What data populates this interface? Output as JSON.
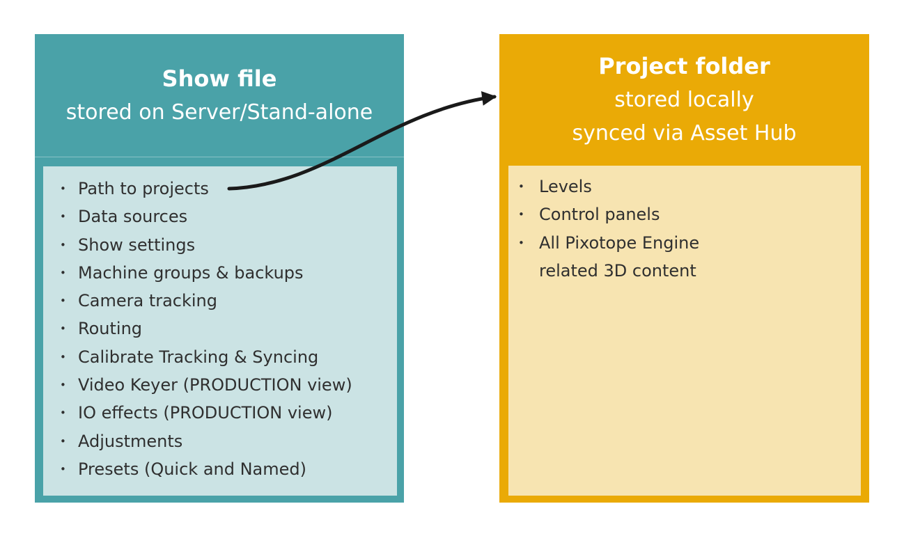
{
  "theme": {
    "left_header_bg": "#4AA2A8",
    "left_panel_bg": "#CBE3E4",
    "right_header_bg": "#EAAA06",
    "right_panel_bg": "#F7E4B1",
    "title_color": "#FFFFFF",
    "list_text_color": "#2F2F2F",
    "arrow_color": "#1A1A1A"
  },
  "bullets": {
    "glyph": "•"
  },
  "left_box": {
    "title": "Show file",
    "subtitle": "stored on Server/Stand-alone",
    "items": [
      "Path to projects",
      "Data sources",
      "Show settings",
      "Machine groups & backups",
      "Camera tracking",
      "Routing",
      "Calibrate Tracking & Syncing",
      "Video Keyer (PRODUCTION view)",
      "IO effects (PRODUCTION view)",
      "Adjustments",
      "Presets (Quick and Named)"
    ]
  },
  "right_box": {
    "title": "Project folder",
    "subtitle_line1": "stored locally",
    "subtitle_line2": "synced via Asset Hub",
    "items": [
      "Levels",
      "Control panels",
      "All Pixotope Engine\nrelated 3D content"
    ]
  },
  "arrow": {
    "from_item": "Path to projects",
    "to_box": "Project folder"
  }
}
